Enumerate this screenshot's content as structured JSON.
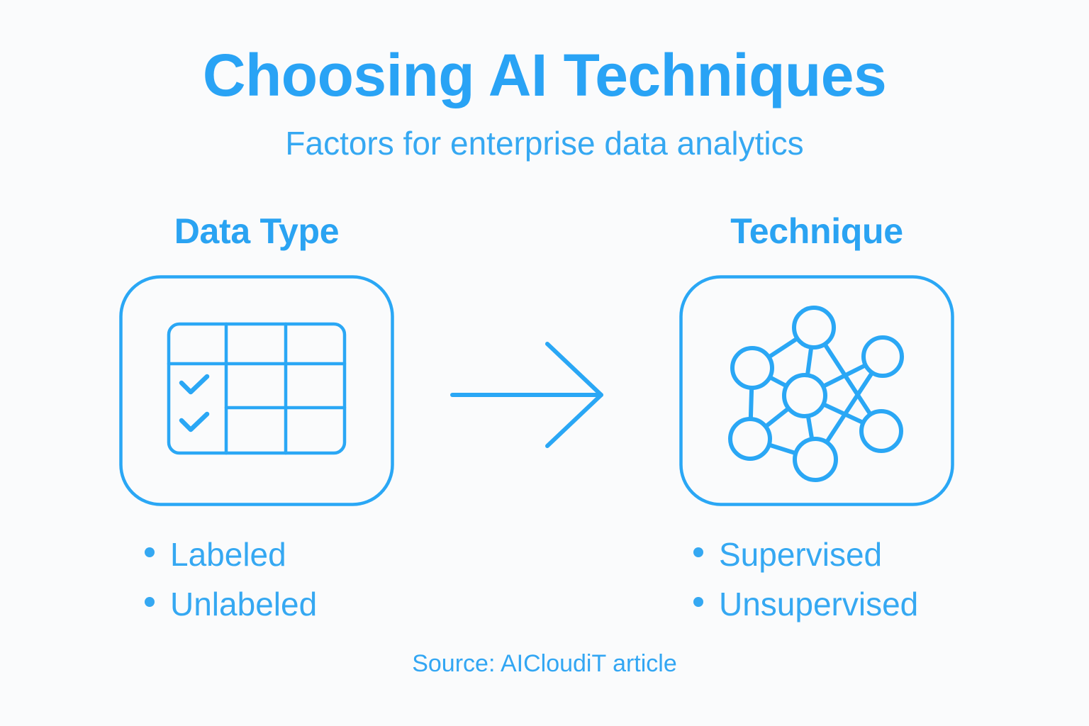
{
  "header": {
    "title": "Choosing AI Techniques",
    "subtitle": "Factors for enterprise data analytics"
  },
  "columns": {
    "left": {
      "heading": "Data Type",
      "icon": "table-checklist-icon",
      "bullets": [
        "Labeled",
        "Unlabeled"
      ]
    },
    "right": {
      "heading": "Technique",
      "icon": "neural-network-icon",
      "bullets": [
        "Supervised",
        "Unsupervised"
      ]
    }
  },
  "connector": {
    "icon": "right-arrow-icon"
  },
  "footer": {
    "source": "Source: AICloudiT article"
  },
  "colors": {
    "accent": "#29a3f5",
    "accent_text": "#35a8f2",
    "stroke": "#2aa7f5",
    "background": "#fafbfc"
  }
}
